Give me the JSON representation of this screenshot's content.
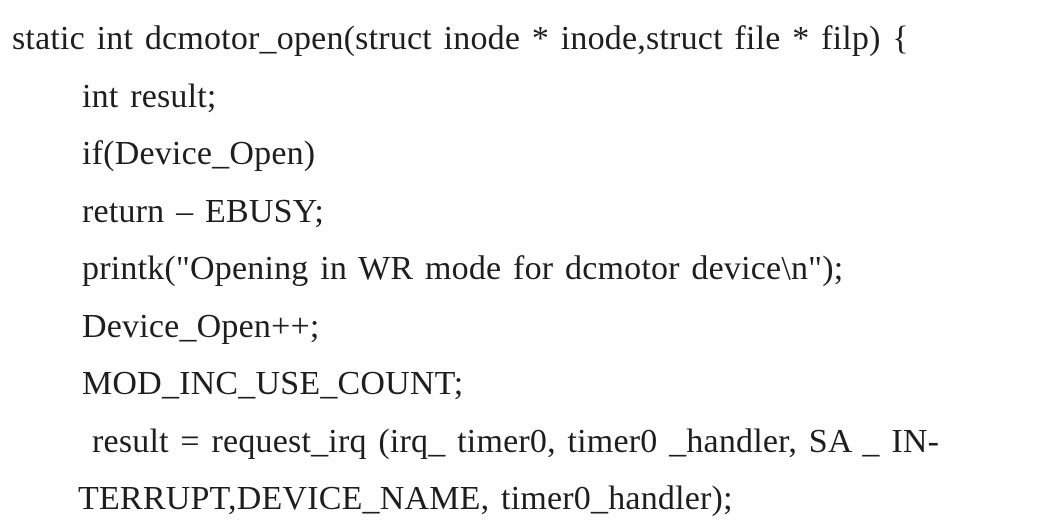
{
  "page": {
    "kind": "scanned printed code listing",
    "background_color": "#fefefe",
    "text_color": "#1e1e1e"
  },
  "code": {
    "language": "C",
    "function_name": "dcmotor_open",
    "lines": [
      {
        "text": "static int dcmotor_open(struct inode * inode,struct file * filp) {"
      },
      {
        "text": "int result;"
      },
      {
        "text": "if(Device_Open)"
      },
      {
        "text": "return – EBUSY;"
      },
      {
        "text": "printk(\"Opening in WR mode for dcmotor device\\n\");"
      },
      {
        "text": "Device_Open++;"
      },
      {
        "text": "MOD_INC_USE_COUNT;"
      },
      {
        "text": "result = request_irq (irq_ timer0, timer0 _handler, SA _ IN-"
      },
      {
        "text": "TERRUPT,DEVICE_NAME, timer0_handler);"
      }
    ]
  }
}
